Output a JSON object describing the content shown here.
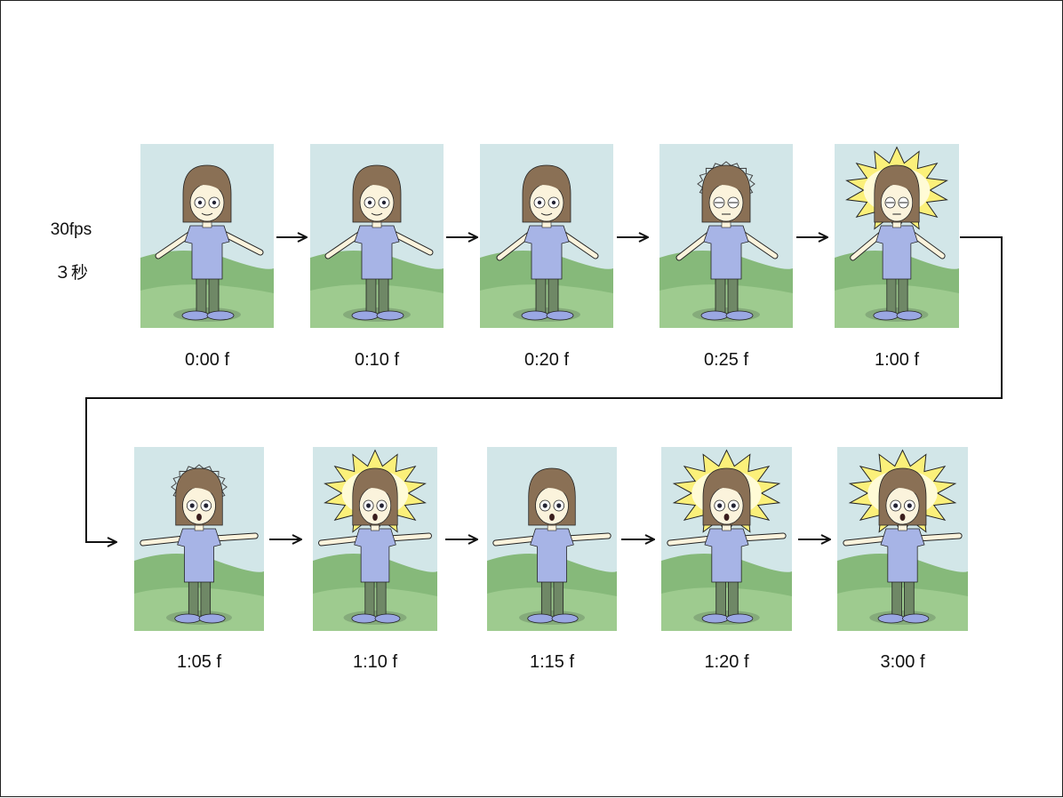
{
  "meta": {
    "fps": "30fps",
    "duration": "３秒"
  },
  "colors": {
    "sky": "#d2e6e8",
    "hill_dark": "#86b97a",
    "hill_light": "#9ecb8f",
    "hair": "#8a7055",
    "skin": "#fbf3dc",
    "shirt": "#a7b4e6",
    "pants": "#6f8866",
    "shoes": "#9aa7e3",
    "burst_fill": "#fbf07a",
    "outline": "#222222"
  },
  "frames": [
    {
      "label": "0:00 f",
      "arms": "down-left",
      "eyes": "open",
      "mouth": "smile",
      "halo": "none"
    },
    {
      "label": "0:10 f",
      "arms": "down-left",
      "eyes": "open",
      "mouth": "smile",
      "halo": "none"
    },
    {
      "label": "0:20 f",
      "arms": "down",
      "eyes": "open",
      "mouth": "smile",
      "halo": "none"
    },
    {
      "label": "0:25 f",
      "arms": "down",
      "eyes": "closed",
      "mouth": "flat",
      "halo": "small"
    },
    {
      "label": "1:00 f",
      "arms": "down",
      "eyes": "closed",
      "mouth": "flat",
      "halo": "large"
    },
    {
      "label": "1:05 f",
      "arms": "out",
      "eyes": "wide",
      "mouth": "open",
      "halo": "small"
    },
    {
      "label": "1:10 f",
      "arms": "out",
      "eyes": "wide",
      "mouth": "open",
      "halo": "large"
    },
    {
      "label": "1:15 f",
      "arms": "out",
      "eyes": "wide",
      "mouth": "open",
      "halo": "none"
    },
    {
      "label": "1:20 f",
      "arms": "out",
      "eyes": "wide",
      "mouth": "open",
      "halo": "large"
    },
    {
      "label": "3:00 f",
      "arms": "out",
      "eyes": "wide",
      "mouth": "open",
      "halo": "large"
    }
  ]
}
